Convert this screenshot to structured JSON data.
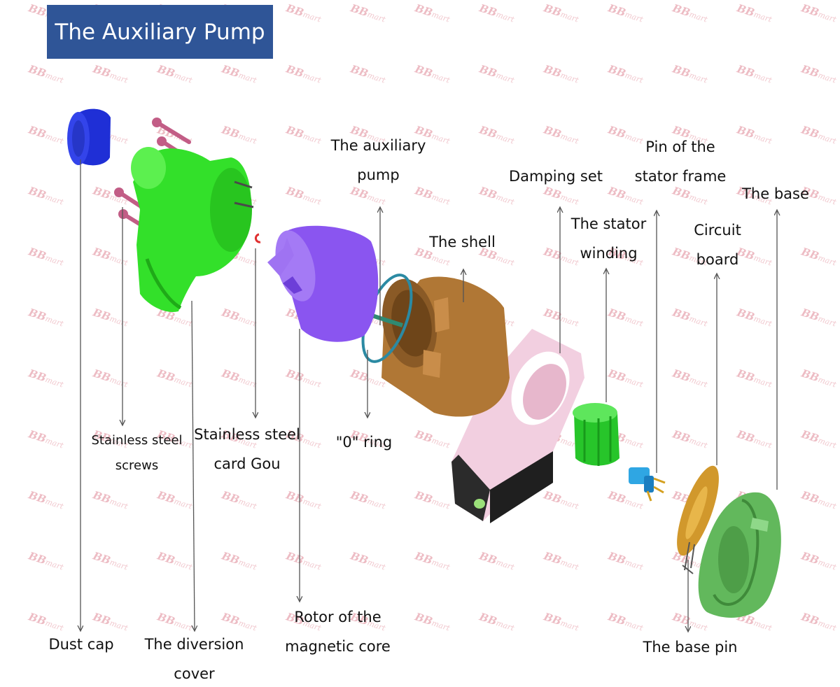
{
  "title": "The Auxiliary Pump",
  "watermark": "BBmart",
  "labels": {
    "dust_cap": "Dust cap",
    "diversion_cover": [
      "The diversion",
      "cover"
    ],
    "stainless_screws": [
      "Stainless steel",
      "screws"
    ],
    "card_gou": [
      "Stainless steel",
      "card Gou"
    ],
    "rotor": [
      "Rotor of the",
      "magnetic core"
    ],
    "auxiliary_pump": [
      "The auxiliary",
      "pump"
    ],
    "o_ring": "\"0\" ring",
    "shell": "The shell",
    "damping_set": "Damping set",
    "stator_winding": [
      "The stator",
      "winding"
    ],
    "stator_pin": [
      "Pin of the",
      "stator frame"
    ],
    "circuit_board": [
      "Circuit",
      "board"
    ],
    "base": "The base",
    "base_pin": "The base pin"
  },
  "colors": {
    "title_bg": "#2f5597",
    "dust_cap": "#1f2fd6",
    "diversion_cover": "#33e02a",
    "screws": "#c25d86",
    "rotor": "#8a55f0",
    "o_ring": "#2b8aa3",
    "shell": "#b07735",
    "damping_set": "#f2cfe0",
    "stator_winding": "#27c52a",
    "stator_pin": "#2fa6e3",
    "circuit_board": "#d1982c",
    "base": "#62b85c"
  }
}
